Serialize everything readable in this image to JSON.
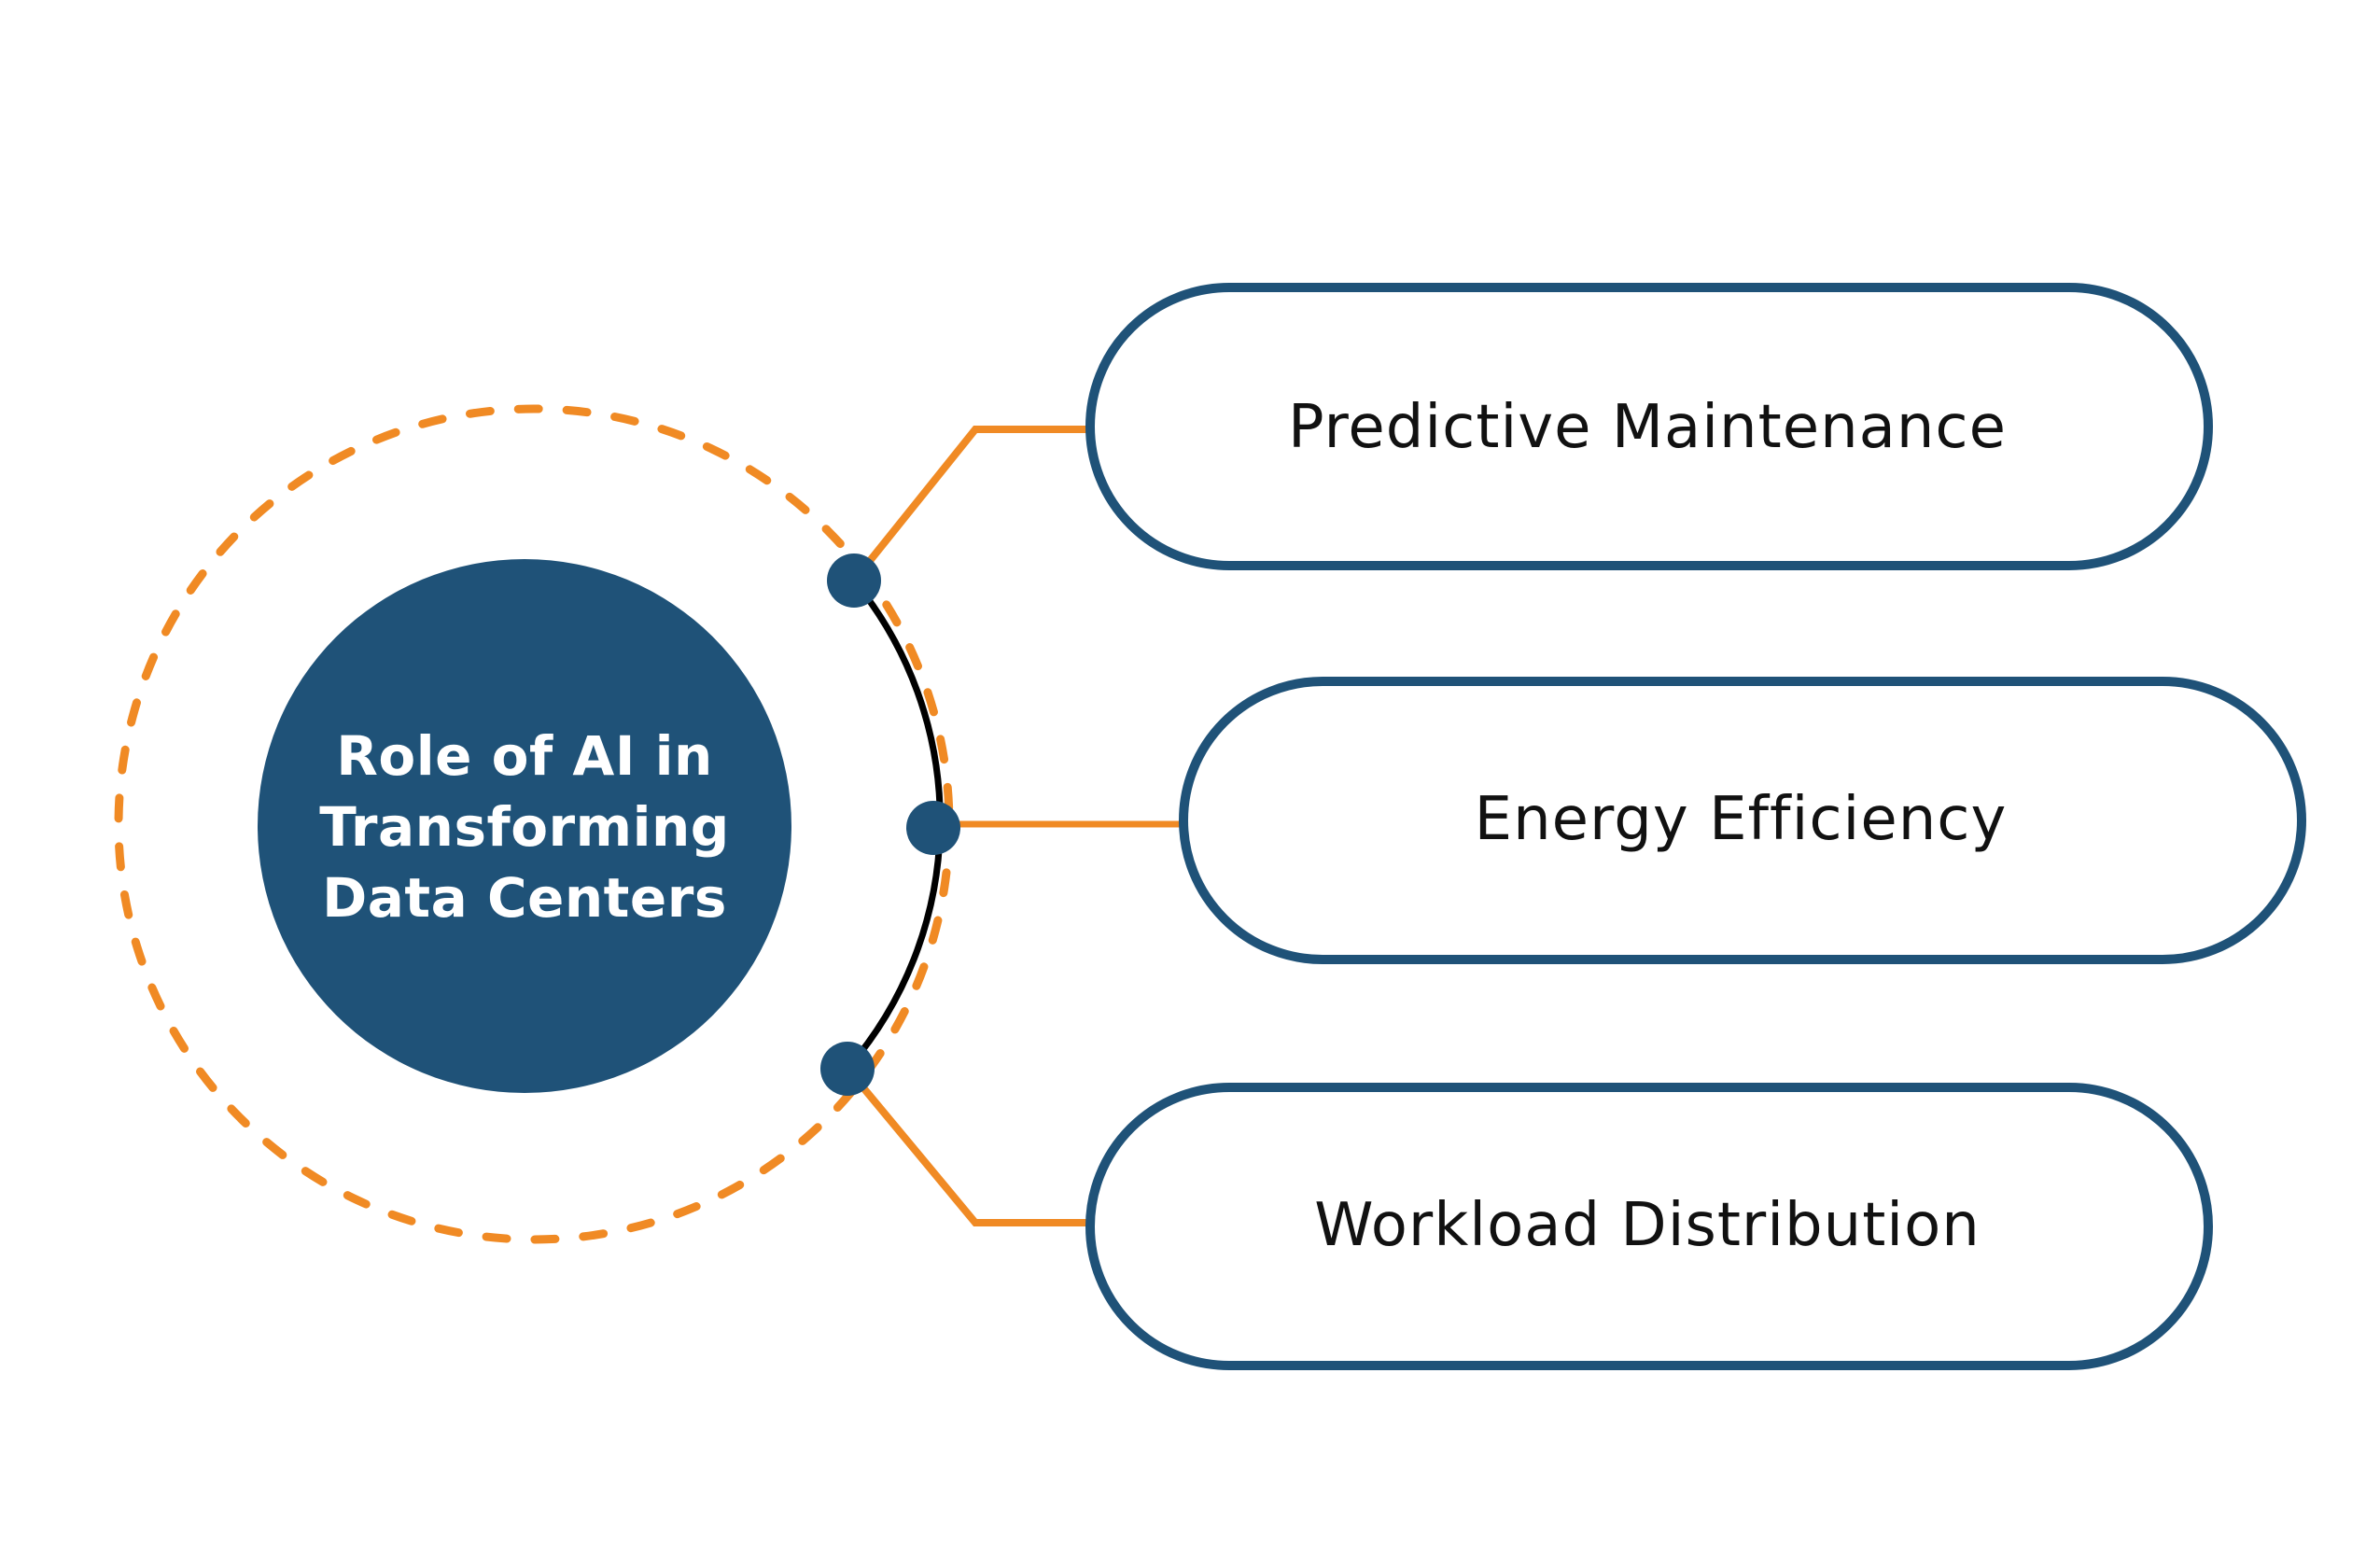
{
  "diagram": {
    "center": {
      "lines": [
        "Role of AI in",
        "Transforming",
        "Data Centers"
      ]
    },
    "items": [
      {
        "label": "Predictive Maintenance"
      },
      {
        "label": "Energy Efficiency"
      },
      {
        "label": "Workload Distribution"
      }
    ],
    "colors": {
      "navy": "#1F5278",
      "orange": "#F08A24",
      "arc": "#000000",
      "text": "#111111",
      "center_text": "#ffffff"
    }
  }
}
